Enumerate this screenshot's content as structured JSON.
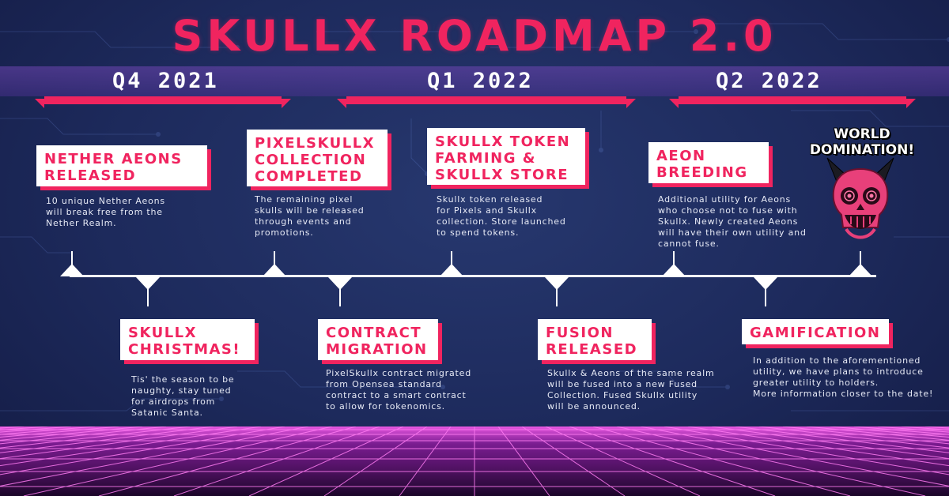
{
  "title": "SKULLX ROADMAP 2.0",
  "quarters": [
    "Q4 2021",
    "Q1 2022",
    "Q2 2022"
  ],
  "milestones_top": [
    {
      "title": "NETHER AEONS\nRELEASED",
      "desc": "10 unique Nether Aeons\nwill break free from the\nNether Realm."
    },
    {
      "title": "PIXELSKULLX\nCOLLECTION\nCOMPLETED",
      "desc": "The remaining pixel\nskulls will be released\nthrough events and\npromotions."
    },
    {
      "title": "SKULLX TOKEN\nFARMING &\nSKULLX STORE",
      "desc": "Skullx token released\nfor Pixels and Skullx\ncollection. Store launched\nto spend tokens."
    },
    {
      "title": "AEON\nBREEDING",
      "desc": "Additional utility for Aeons\nwho choose not to fuse with\nSkullx. Newly created Aeons\nwill have their own utility and\ncannot fuse."
    }
  ],
  "milestones_bottom": [
    {
      "title": "SKULLX\nCHRISTMAS!",
      "desc": "Tis' the season to be\nnaughty, stay tuned\nfor airdrops from\nSatanic Santa."
    },
    {
      "title": "CONTRACT\nMIGRATION",
      "desc": "PixelSkullx contract migrated\nfrom Opensea standard\ncontract to a smart contract\nto allow for tokenomics."
    },
    {
      "title": "FUSION\nRELEASED",
      "desc": "Skullx & Aeons of the same realm\nwill be fused into a new Fused\nCollection. Fused Skullx utility\nwill be announced."
    },
    {
      "title": "GAMIFICATION",
      "desc": "In addition to the aforementioned\nutility, we have plans to introduce\ngreater utility to holders.\nMore information closer to the date!"
    }
  ],
  "final": {
    "label": "WORLD\nDOMINATION!",
    "icon": "skull-icon"
  },
  "colors": {
    "accent": "#f0245f",
    "background": "#1d2a5c",
    "band": "#6a45b0",
    "grid": "#d43bd0"
  }
}
